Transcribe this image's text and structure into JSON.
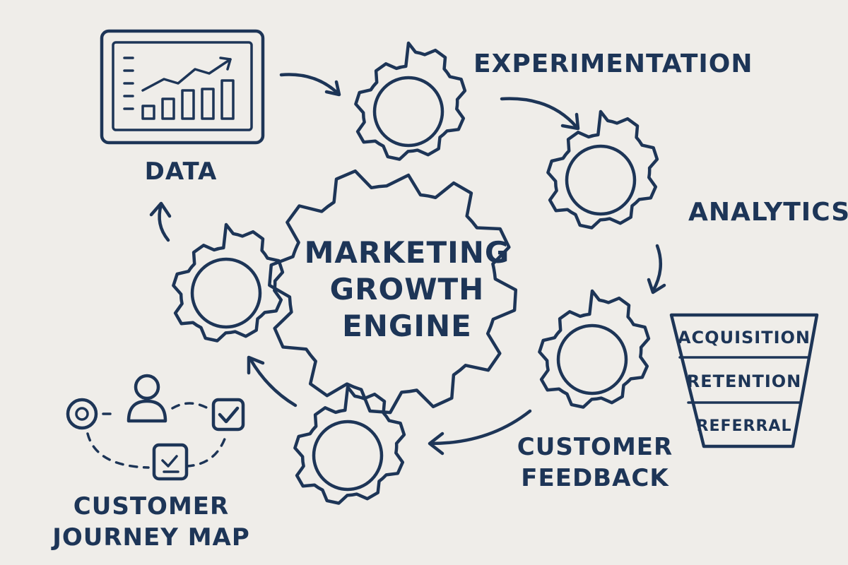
{
  "labels": {
    "data": "DATA",
    "experimentation": "EXPERIMENTATION",
    "analytics": "ANALYTICS",
    "center_line_1": "MARKETING",
    "center_line_2": "GROWTH",
    "center_line_3": "ENGINE",
    "customer_feedback_line_1": "CUSTOMER",
    "customer_feedback_line_2": "FEEDBACK",
    "journey_line_1": "CUSTOMER",
    "journey_line_2": "JOURNEY MAP"
  },
  "funnel": {
    "stages": [
      "ACQUISITION",
      "RETENTION",
      "REFERRAL"
    ]
  },
  "colors": {
    "ink": "#1d3557",
    "paper": "#efede9"
  }
}
